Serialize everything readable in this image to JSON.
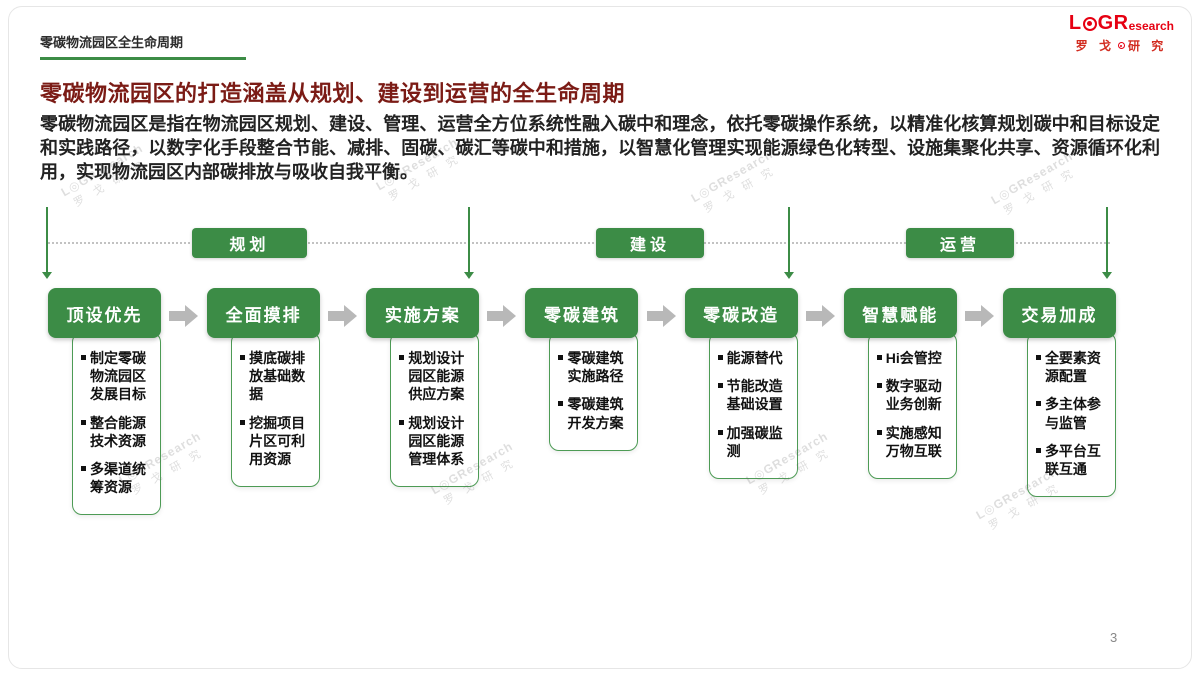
{
  "page": {
    "eyebrow": "零碳物流园区全生命周期",
    "title": "零碳物流园区的打造涵盖从规划、建设到运营的全生命周期",
    "body": "零碳物流园区是指在物流园区规划、建设、管理、运营全方位系统性融入碳中和理念，依托零碳操作系统，以精准化核算规划碳中和目标设定和实践路径，以数字化手段整合节能、减排、固碳、碳汇等碳中和措施，以智慧化管理实现能源绿色化转型、设施集聚化共享、资源循环化利用，实现物流园区内部碳排放与吸收自我平衡。",
    "page_number": "3"
  },
  "logo": {
    "part1": "L",
    "part2": "GR",
    "part3": "esearch",
    "cn_left": "罗 戈",
    "cn_right": "研 究"
  },
  "watermark": {
    "line1": "L◎GResearch",
    "line2": "罗 戈 研 究"
  },
  "timeline": {
    "phases": [
      "规划",
      "建设",
      "运营"
    ]
  },
  "columns": [
    {
      "header": "顶设优先",
      "items": [
        "制定零碳物流园区发展目标",
        "整合能源技术资源",
        "多渠道统筹资源"
      ]
    },
    {
      "header": "全面摸排",
      "items": [
        "摸底碳排放基础数据",
        "挖掘项目片区可利用资源"
      ]
    },
    {
      "header": "实施方案",
      "items": [
        "规划设计园区能源供应方案",
        "规划设计园区能源管理体系"
      ]
    },
    {
      "header": "零碳建筑",
      "items": [
        "零碳建筑实施路径",
        "零碳建筑开发方案"
      ]
    },
    {
      "header": "零碳改造",
      "items": [
        "能源替代",
        "节能改造基础设置",
        "加强碳监测"
      ]
    },
    {
      "header": "智慧赋能",
      "items": [
        "Hi会管控",
        "数字驱动业务创新",
        "实施感知万物互联"
      ]
    },
    {
      "header": "交易加成",
      "items": [
        "全要素资源配置",
        "多主体参与监管",
        "多平台互联互通"
      ]
    }
  ],
  "colors": {
    "green": "#3c8c46",
    "title_red": "#7b1b15",
    "logo_red": "#e60012",
    "arrow_gray": "#b8b8b8"
  }
}
